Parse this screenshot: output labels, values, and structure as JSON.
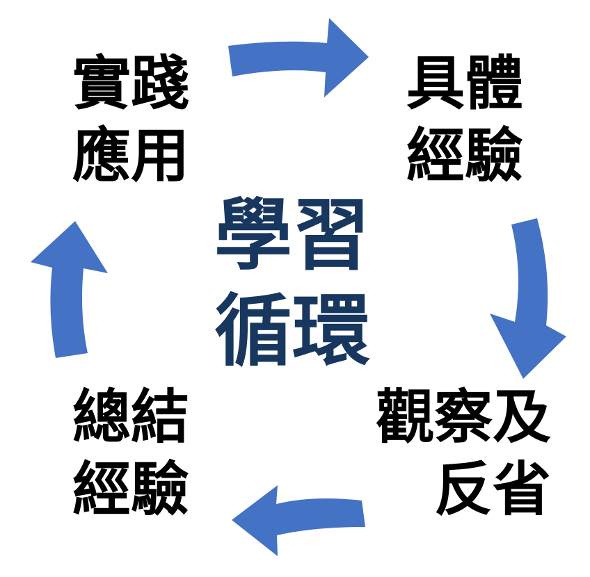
{
  "center": {
    "line1": "學習",
    "line2": "循環"
  },
  "stages": {
    "top_left": {
      "line1": "實踐",
      "line2": "應用"
    },
    "top_right": {
      "line1": "具體",
      "line2": "經驗"
    },
    "bottom_right": {
      "line1": "觀察及",
      "line2": "反省"
    },
    "bottom_left": {
      "line1": "總結",
      "line2": "經驗"
    }
  },
  "colors": {
    "arrow": "#4472C4",
    "center_text": "#17375E",
    "stage_text": "#000000"
  },
  "icons": [
    "arrow-right-icon",
    "arrow-down-icon",
    "arrow-left-icon",
    "arrow-up-icon"
  ]
}
